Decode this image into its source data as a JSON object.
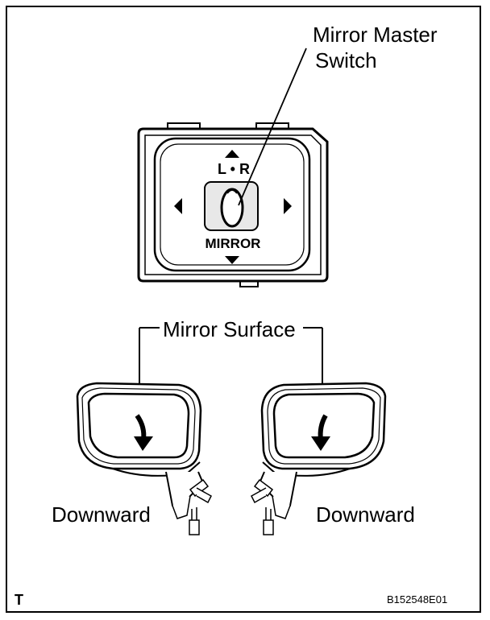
{
  "labels": {
    "switch_line1": "Mirror Master",
    "switch_line2": "Switch",
    "mirror_surface": "Mirror Surface",
    "downward_left": "Downward",
    "downward_right": "Downward",
    "corner_mark": "T",
    "figure_code": "B152548E01"
  },
  "switch_face": {
    "selector": "L • R",
    "name": "MIRROR"
  }
}
